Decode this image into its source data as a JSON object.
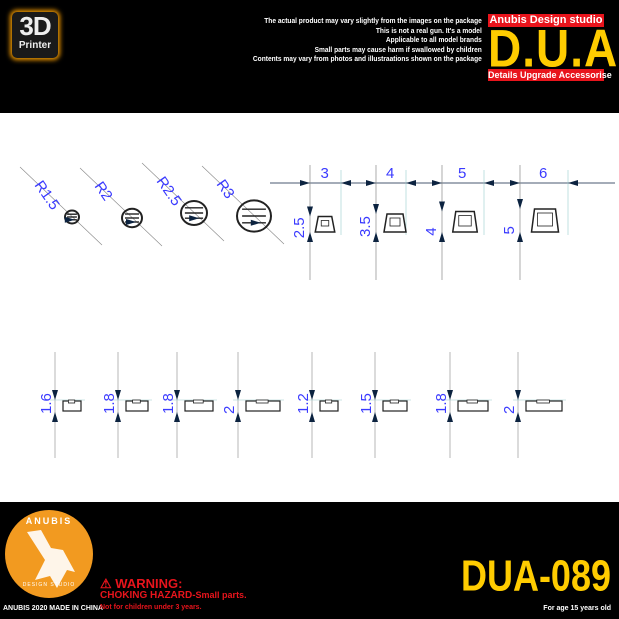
{
  "header": {
    "logo_3d": {
      "big": "3D",
      "small": "Printer"
    },
    "notices": [
      "The actual product may vary slightly from the images on the package",
      "This is not a real gun. It's a model",
      "Applicable to all model brands",
      "Small parts may cause harm if swallowed by children",
      "Contents may vary from photos and illustraations shown on the package"
    ],
    "studio": "Anubis Design studio",
    "brand": "D.U.A",
    "tagline": "Details Upgrade Accessorise"
  },
  "drawing": {
    "radius_parts": [
      "R1.5",
      "R2",
      "R2.5",
      "R3"
    ],
    "trapezoid_parts": [
      {
        "width": "3",
        "height": "2.5"
      },
      {
        "width": "4",
        "height": "3.5"
      },
      {
        "width": "5",
        "height": "4"
      },
      {
        "width": "6",
        "height": "5"
      }
    ],
    "flat_parts": [
      "1.6",
      "1.8",
      "1.8",
      "2",
      "1.2",
      "1.5",
      "1.8",
      "2"
    ]
  },
  "footer": {
    "logo_text": "ANUBIS",
    "logo_sub": "DESIGN STUDIO",
    "made_in": "ANUBIS 2020 MADE IN CHINA",
    "warning": "WARNING:",
    "hazard": "CHOKING HAZARD-",
    "hazard_small": "Small parts.",
    "not_for": "Not for children under 3 years.",
    "product_code": "DUA-089",
    "age": "For age 15 years old"
  },
  "colors": {
    "accent_yellow": "#ffcc00",
    "accent_red": "#e8141c",
    "dimension_blue": "#3a3aff",
    "logo_orange": "#f29a20"
  }
}
